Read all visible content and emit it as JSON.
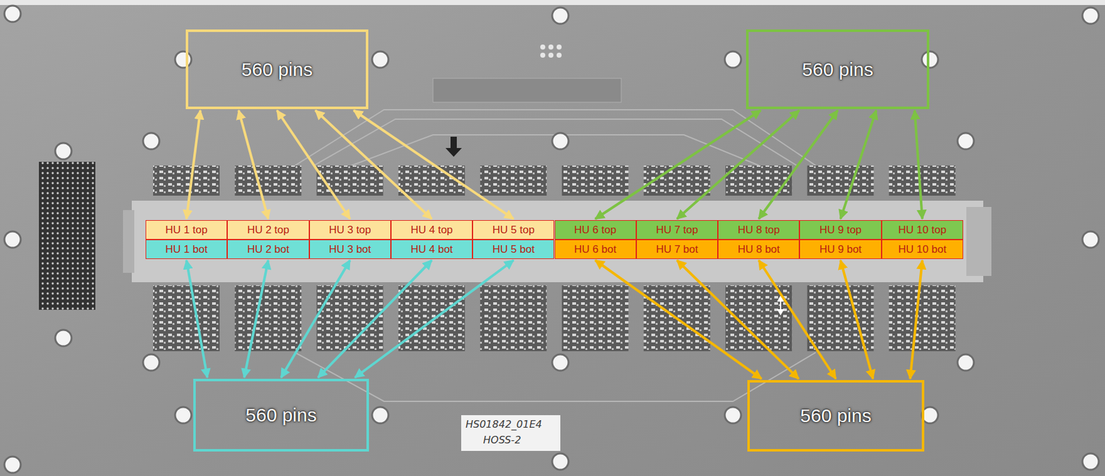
{
  "diagram": {
    "nodes": [
      {
        "text": [
          "560 pins"
        ]
      },
      {
        "text": [
          "560 pins"
        ]
      },
      {
        "text": [
          "HU 1 top"
        ]
      },
      {
        "text": [
          "HU 2 top"
        ]
      },
      {
        "text": [
          "HU 3 top"
        ]
      },
      {
        "text": [
          "HU 4 top"
        ]
      },
      {
        "text": [
          "HU 5 top"
        ]
      },
      {
        "text": [
          "HU 6 top"
        ]
      },
      {
        "text": [
          "HU 7 top"
        ]
      },
      {
        "text": [
          "HU 8 top"
        ]
      },
      {
        "text": [
          "HU 9 top"
        ]
      },
      {
        "text": [
          "HU 10 top"
        ]
      },
      {
        "text": [
          "HU 1 bot"
        ]
      },
      {
        "text": [
          "HU 2 bot"
        ]
      },
      {
        "text": [
          "HU 3 bot"
        ]
      },
      {
        "text": [
          "HU 4 bot"
        ]
      },
      {
        "text": [
          "HU 5 bot"
        ]
      },
      {
        "text": [
          "HU 6 bot"
        ]
      },
      {
        "text": [
          "HU 7 bot"
        ]
      },
      {
        "text": [
          "HU 8 bot"
        ]
      },
      {
        "text": [
          "HU 9 bot"
        ]
      },
      {
        "text": [
          "HU 10 bot"
        ]
      },
      {
        "text": [
          "560 pins"
        ]
      },
      {
        "text": [
          "560 pins"
        ]
      }
    ],
    "edges": [
      {
        "from": 2,
        "to": 0,
        "arrow": "both"
      },
      {
        "from": 3,
        "to": 0,
        "arrow": "both"
      },
      {
        "from": 4,
        "to": 0,
        "arrow": "both"
      },
      {
        "from": 5,
        "to": 0,
        "arrow": "both"
      },
      {
        "from": 6,
        "to": 0,
        "arrow": "both"
      },
      {
        "from": 7,
        "to": 1,
        "arrow": "both"
      },
      {
        "from": 8,
        "to": 1,
        "arrow": "both"
      },
      {
        "from": 9,
        "to": 1,
        "arrow": "both"
      },
      {
        "from": 10,
        "to": 1,
        "arrow": "both"
      },
      {
        "from": 11,
        "to": 1,
        "arrow": "both"
      },
      {
        "from": 12,
        "to": 22,
        "arrow": "both"
      },
      {
        "from": 13,
        "to": 22,
        "arrow": "both"
      },
      {
        "from": 14,
        "to": 22,
        "arrow": "both"
      },
      {
        "from": 15,
        "to": 22,
        "arrow": "both"
      },
      {
        "from": 16,
        "to": 22,
        "arrow": "both"
      },
      {
        "from": 17,
        "to": 23,
        "arrow": "both"
      },
      {
        "from": 18,
        "to": 23,
        "arrow": "both"
      },
      {
        "from": 19,
        "to": 23,
        "arrow": "both"
      },
      {
        "from": 20,
        "to": 23,
        "arrow": "both"
      },
      {
        "from": 21,
        "to": 23,
        "arrow": "both"
      }
    ],
    "labels": [
      "HS01842_01E4",
      "HOSS-2"
    ]
  }
}
